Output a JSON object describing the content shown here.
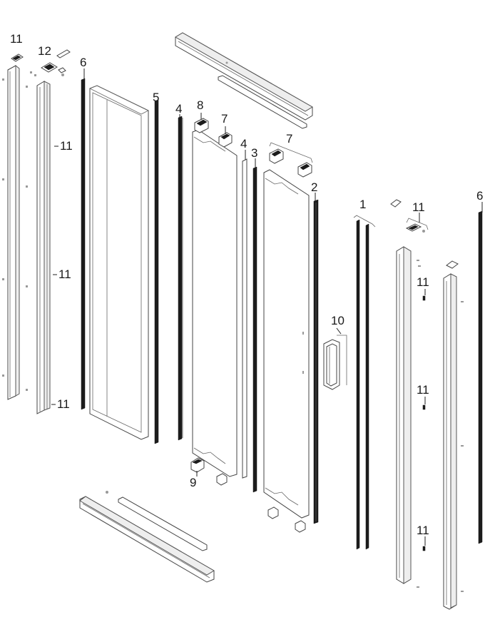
{
  "diagram": {
    "labels": [
      {
        "id": "l11a",
        "text": "11"
      },
      {
        "id": "l12",
        "text": "12"
      },
      {
        "id": "l6a",
        "text": "6"
      },
      {
        "id": "l5",
        "text": "5"
      },
      {
        "id": "l4a",
        "text": "4"
      },
      {
        "id": "l8",
        "text": "8"
      },
      {
        "id": "l7a",
        "text": "7"
      },
      {
        "id": "l4b",
        "text": "4"
      },
      {
        "id": "l3",
        "text": "3"
      },
      {
        "id": "l7b",
        "text": "7"
      },
      {
        "id": "l2",
        "text": "2"
      },
      {
        "id": "l1",
        "text": "1"
      },
      {
        "id": "l11b",
        "text": "11"
      },
      {
        "id": "l6b",
        "text": "6"
      },
      {
        "id": "l11c",
        "text": "11"
      },
      {
        "id": "l11d",
        "text": "11"
      },
      {
        "id": "l11e",
        "text": "11"
      },
      {
        "id": "l10",
        "text": "10"
      },
      {
        "id": "l9",
        "text": "9"
      },
      {
        "id": "l11f",
        "text": "11"
      },
      {
        "id": "l11g",
        "text": "11"
      },
      {
        "id": "l11h",
        "text": "11"
      }
    ]
  }
}
